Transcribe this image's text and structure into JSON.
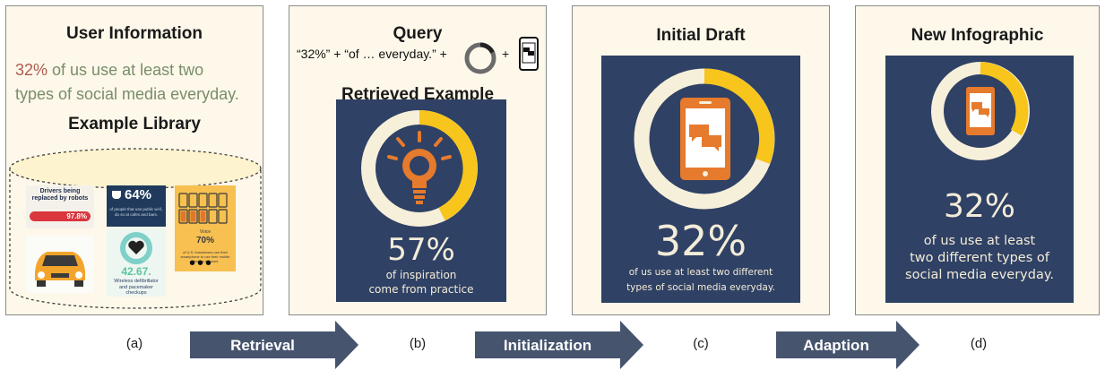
{
  "panel_a": {
    "user_info_title": "User Information",
    "user_text_pct": "32%",
    "user_text_rest_1": " of us use at least two",
    "user_text_line_2": "types of social media everyday.",
    "library_title": "Example Library",
    "tiles": {
      "robots_title": "Drivers being replaced by robots",
      "robots_value": "97.8%",
      "coffee_value": "64%",
      "coffee_caption": "of people that use public wi-fi, do so at cafes and bars.",
      "phones_title": "Voice",
      "phones_value": "70%",
      "phones_caption": "of U.S. businesses use their smartphone to use their mobile devices for work",
      "heart_value": "42.67.",
      "heart_caption": "Wireless defibrillator and pacemaker checkups",
      "ellipsis": "•••"
    },
    "label": "(a)"
  },
  "panel_b": {
    "query_title": "Query",
    "query_text": "“32%” + “of … everyday.” +",
    "plus": "+",
    "retrieved_title": "Retrieved Example",
    "big_number": "57%",
    "caption_line_1": "of inspiration",
    "caption_line_2": "come from practice",
    "label": "(b)"
  },
  "panel_c": {
    "title": "Initial Draft",
    "big_number": "32%",
    "caption_line_1": "of us use at least two different",
    "caption_line_2": "types of social media everyday.",
    "label": "(c)"
  },
  "panel_d": {
    "title": "New Infographic",
    "big_number": "32%",
    "caption_line_1": "of us use at least",
    "caption_line_2": "two different types of",
    "caption_line_3": "social media everyday.",
    "label": "(d)"
  },
  "arrows": {
    "retrieval": "Retrieval",
    "initialization": "Initialization",
    "adaption": "Adaption"
  },
  "colors": {
    "panel_bg": "#fdf8ea",
    "navy": "#2f4164",
    "donut_yellow": "#f7c51b",
    "donut_cream": "#f6efda",
    "orange": "#e67a2d",
    "arrow": "#46546e",
    "pct_red": "#b05a4f",
    "text_green": "#7a8d6a"
  },
  "icons": [
    "lightbulb-icon",
    "smartphone-chat-icon",
    "donut-icon",
    "phone-icon",
    "database-cylinder-icon"
  ]
}
